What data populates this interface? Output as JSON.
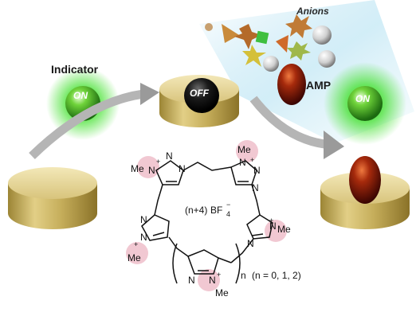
{
  "labels": {
    "indicator": "Indicator",
    "on_left": "ON",
    "off": "OFF",
    "anions": "Anions",
    "amp": "AMP",
    "on_right": "ON"
  },
  "chemistry": {
    "counterion": "(n+4)",
    "counterion_species": "BF",
    "counterion_sub": "4",
    "counterion_sup": "−",
    "repeat_n": "n",
    "repeat_values": "(n = 0, 1, 2)",
    "methyl": "Me",
    "nitrogen": "N",
    "cation": "+"
  },
  "colors": {
    "cylinder_top": "#e6d79a",
    "cylinder_side": "#b8a24f",
    "indicator_glow": "#3fe02a",
    "amp_egg": "#8a1a08",
    "methyl_highlight": "#f1c8d2"
  }
}
